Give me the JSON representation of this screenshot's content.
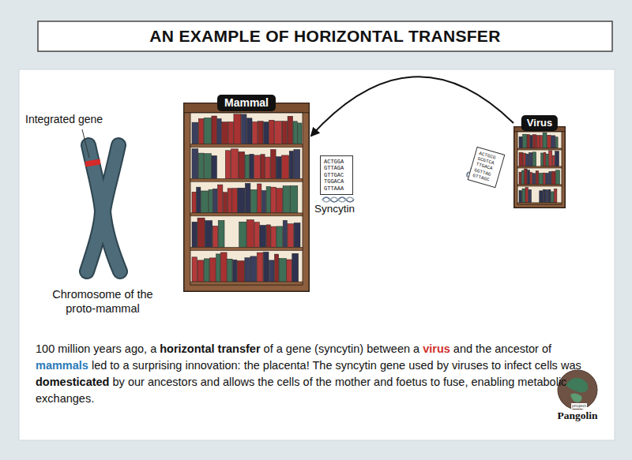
{
  "diagram": {
    "title": "AN EXAMPLE OF HORIZONTAL TRANSFER",
    "caption": "100 million years ago, a horizontal transfer of a gene (syncytin) between a virus and the ancestor of mammals led to a surprising innovation: the placenta! The syncytin gene used by viruses to infect cells was domesticated by our ancestors and allows the cells of the mother and foetus to fuse, enabling metabolic exchanges.",
    "nodes": [
      {
        "text": [
          "Mammal"
        ]
      },
      {
        "text": [
          "Virus"
        ]
      }
    ],
    "edges": [
      {
        "from": 1,
        "to": 0,
        "arrow": "to"
      }
    ],
    "labels": [
      "Integrated gene",
      "Chromosome of the proto-mammal",
      "ACTGGA GTTAGA GTTGAC TGGACA GTTAAA",
      "ACTGCG GCGTCA TTGACA GGTTAG GTTAGC",
      "Syncytin",
      "project",
      "Pangolin"
    ]
  }
}
